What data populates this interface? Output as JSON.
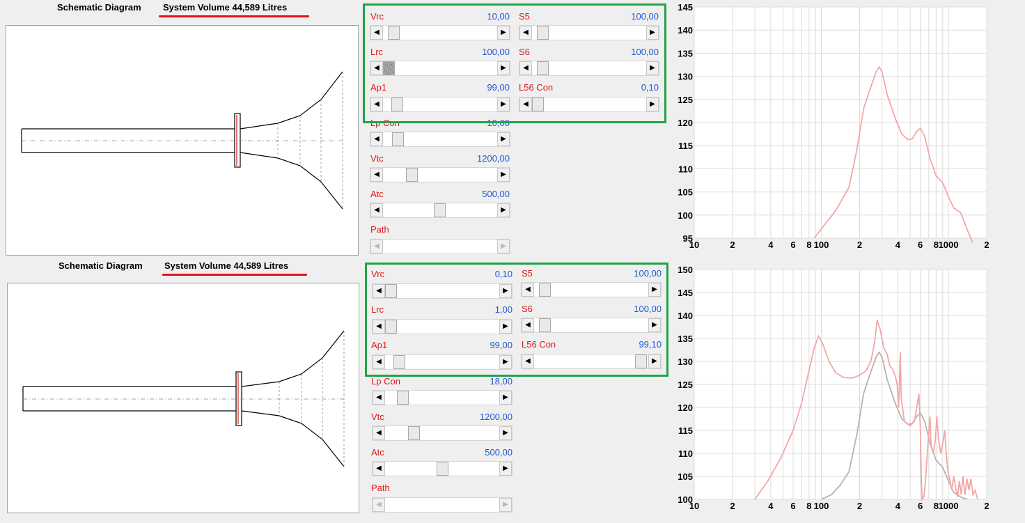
{
  "panels": [
    {
      "schematic": {
        "title": "Schematic Diagram",
        "volume_label": "System Volume 44,589 Litres"
      },
      "sliders": [
        {
          "label": "Vrc",
          "value": "10,00",
          "pos": 0.05
        },
        {
          "label": "Lrc",
          "value": "100,00",
          "pos": 0.0,
          "hatched": true
        },
        {
          "label": "Ap1",
          "value": "99,00",
          "pos": 0.08
        },
        {
          "label": "Lp  Con",
          "value": "10,00",
          "pos": 0.09
        },
        {
          "label": "Vtc",
          "value": "1200,00",
          "pos": 0.23
        },
        {
          "label": "Atc",
          "value": "500,00",
          "pos": 0.5
        },
        {
          "label": "Path",
          "value": "",
          "pos": null
        }
      ],
      "sliders_right": [
        {
          "label": "S5",
          "value": "100,00",
          "pos": 0.05
        },
        {
          "label": "S6",
          "value": "100,00",
          "pos": 0.05
        },
        {
          "label": "L56  Con",
          "value": "0,10",
          "pos": 0.0
        }
      ],
      "chart": {
        "y_ticks": [
          "145",
          "140",
          "135",
          "130",
          "125",
          "120",
          "115",
          "110",
          "105",
          "100",
          "95"
        ],
        "x_ticks": [
          "10",
          "2",
          "4",
          "6",
          "8",
          "100",
          "2",
          "4",
          "6",
          "8",
          "1000",
          "2"
        ]
      }
    },
    {
      "schematic": {
        "title": "Schematic Diagram",
        "volume_label": "System Volume 44,589 Litres"
      },
      "sliders": [
        {
          "label": "Vrc",
          "value": "0,10",
          "pos": 0.0
        },
        {
          "label": "Lrc",
          "value": "1,00",
          "pos": 0.0
        },
        {
          "label": "Ap1",
          "value": "99,00",
          "pos": 0.08
        },
        {
          "label": "Lp  Con",
          "value": "18,00",
          "pos": 0.12
        },
        {
          "label": "Vtc",
          "value": "1200,00",
          "pos": 0.23
        },
        {
          "label": "Atc",
          "value": "500,00",
          "pos": 0.51
        },
        {
          "label": "Path",
          "value": "",
          "pos": null
        }
      ],
      "sliders_right": [
        {
          "label": "S5",
          "value": "100,00",
          "pos": 0.05
        },
        {
          "label": "S6",
          "value": "100,00",
          "pos": 0.05
        },
        {
          "label": "L56  Con",
          "value": "99,10",
          "pos": 1.0
        }
      ],
      "chart": {
        "y_ticks": [
          "150",
          "145",
          "140",
          "135",
          "130",
          "125",
          "120",
          "115",
          "110",
          "105",
          "100"
        ],
        "x_ticks": [
          "10",
          "2",
          "4",
          "6",
          "8",
          "100",
          "2",
          "4",
          "6",
          "8",
          "1000",
          "2"
        ]
      }
    }
  ],
  "colors": {
    "label": "#e01818",
    "value": "#1f56d6",
    "highlight": "#1fa447",
    "underline": "#e0141e",
    "curve_main": "#f4a6a6",
    "curve_ref": "#b4b4b4"
  }
}
